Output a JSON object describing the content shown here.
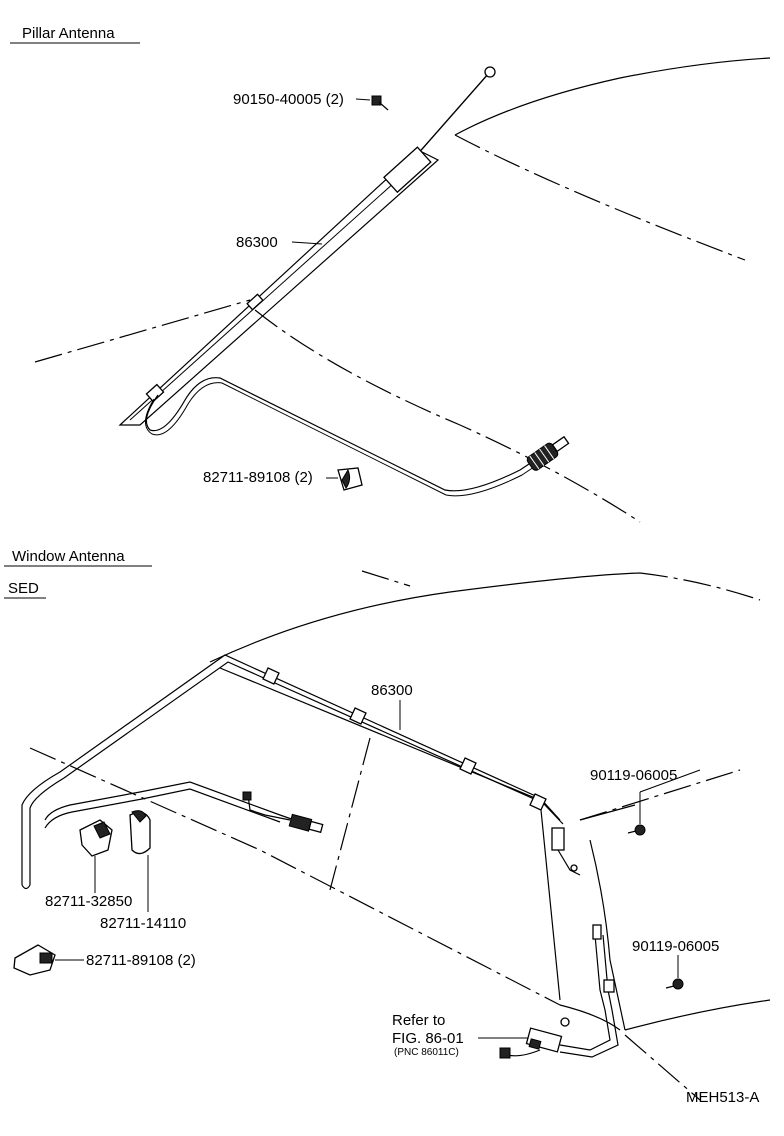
{
  "sections": {
    "pillar": "Pillar Antenna",
    "window": "Window Antenna",
    "sed": "SED"
  },
  "parts": {
    "bolt_pillar": "90150-40005 (2)",
    "antenna_pillar": "86300",
    "clamp_pillar": "82711-89108 (2)",
    "antenna_window": "86300",
    "screw_a": "90119-06005",
    "screw_b": "90119-06005",
    "clamp_a": "82711-32850",
    "clamp_b": "82711-14110",
    "clamp_c": "82711-89108 (2)"
  },
  "reference": {
    "line1": "Refer to",
    "line2": "FIG. 86-01",
    "line3": "(PNC 86011C)"
  },
  "figure_id": "MEH513-A"
}
